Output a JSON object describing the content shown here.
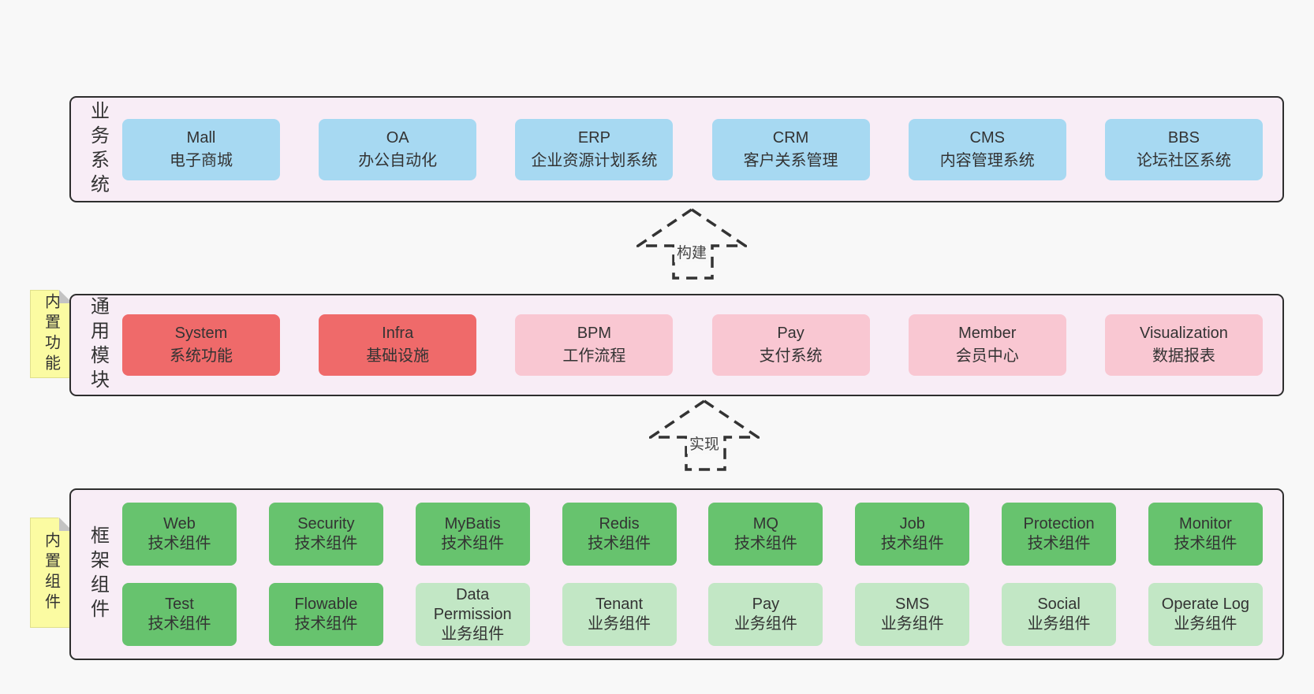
{
  "colors": {
    "page_bg": "#f8f8f8",
    "layer_bg": "#f8edf6",
    "layer_border": "#2e2e2e",
    "blue_box": "#a7d9f2",
    "red_box": "#ef6a6a",
    "pink_box": "#f9c7d2",
    "green_box": "#67c36e",
    "light_green_box": "#c2e7c5",
    "note_yellow": "#fbfba2",
    "text": "#333333"
  },
  "arrows": [
    {
      "label": "构建"
    },
    {
      "label": "实现"
    }
  ],
  "layers": [
    {
      "label": "业务系统",
      "boxes": [
        {
          "name": "Mall",
          "sub": "电子商城",
          "variant": "blue"
        },
        {
          "name": "OA",
          "sub": "办公自动化",
          "variant": "blue"
        },
        {
          "name": "ERP",
          "sub": "企业资源计划系统",
          "variant": "blue"
        },
        {
          "name": "CRM",
          "sub": "客户关系管理",
          "variant": "blue"
        },
        {
          "name": "CMS",
          "sub": "内容管理系统",
          "variant": "blue"
        },
        {
          "name": "BBS",
          "sub": "论坛社区系统",
          "variant": "blue"
        }
      ]
    },
    {
      "label": "通用模块",
      "note": "内置功能",
      "boxes": [
        {
          "name": "System",
          "sub": "系统功能",
          "variant": "red"
        },
        {
          "name": "Infra",
          "sub": "基础设施",
          "variant": "red"
        },
        {
          "name": "BPM",
          "sub": "工作流程",
          "variant": "pink"
        },
        {
          "name": "Pay",
          "sub": "支付系统",
          "variant": "pink"
        },
        {
          "name": "Member",
          "sub": "会员中心",
          "variant": "pink"
        },
        {
          "name": "Visualization",
          "sub": "数据报表",
          "variant": "pink"
        }
      ]
    },
    {
      "label": "框架组件",
      "note": "内置组件",
      "rows": [
        [
          {
            "name": "Web",
            "sub": "技术组件",
            "variant": "green"
          },
          {
            "name": "Security",
            "sub": "技术组件",
            "variant": "green"
          },
          {
            "name": "MyBatis",
            "sub": "技术组件",
            "variant": "green"
          },
          {
            "name": "Redis",
            "sub": "技术组件",
            "variant": "green"
          },
          {
            "name": "MQ",
            "sub": "技术组件",
            "variant": "green"
          },
          {
            "name": "Job",
            "sub": "技术组件",
            "variant": "green"
          },
          {
            "name": "Protection",
            "sub": "技术组件",
            "variant": "green"
          },
          {
            "name": "Monitor",
            "sub": "技术组件",
            "variant": "green"
          }
        ],
        [
          {
            "name": "Test",
            "sub": "技术组件",
            "variant": "green"
          },
          {
            "name": "Flowable",
            "sub": "技术组件",
            "variant": "green"
          },
          {
            "name": "Data Permission",
            "sub": "业务组件",
            "variant": "lightgreen"
          },
          {
            "name": "Tenant",
            "sub": "业务组件",
            "variant": "lightgreen"
          },
          {
            "name": "Pay",
            "sub": "业务组件",
            "variant": "lightgreen"
          },
          {
            "name": "SMS",
            "sub": "业务组件",
            "variant": "lightgreen"
          },
          {
            "name": "Social",
            "sub": "业务组件",
            "variant": "lightgreen"
          },
          {
            "name": "Operate Log",
            "sub": "业务组件",
            "variant": "lightgreen"
          }
        ]
      ]
    }
  ]
}
